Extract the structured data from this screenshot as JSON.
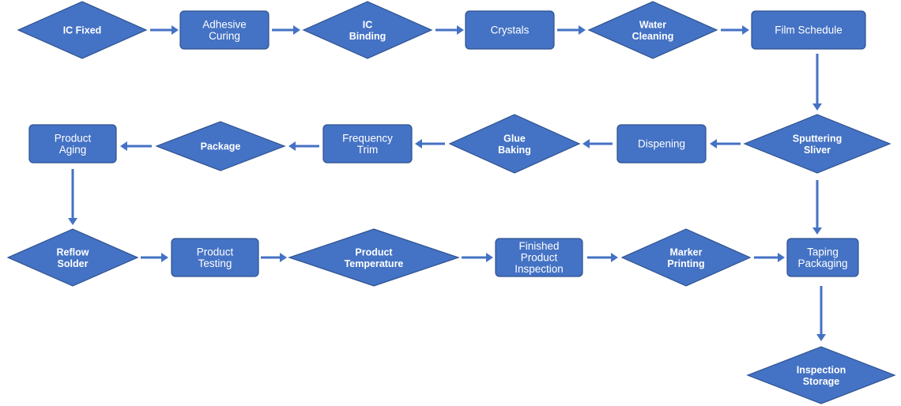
{
  "nodes": [
    {
      "id": "ic-fixed",
      "shape": "diamond",
      "lines": [
        "IC Fixed"
      ]
    },
    {
      "id": "adhesive-curing",
      "shape": "rect",
      "lines": [
        "Adhesive",
        "Curing"
      ]
    },
    {
      "id": "ic-binding",
      "shape": "diamond",
      "lines": [
        "IC",
        "Binding"
      ]
    },
    {
      "id": "crystals",
      "shape": "rect",
      "lines": [
        "Crystals"
      ]
    },
    {
      "id": "water-cleaning",
      "shape": "diamond",
      "lines": [
        "Water",
        "Cleaning"
      ]
    },
    {
      "id": "film-schedule",
      "shape": "rect",
      "lines": [
        "Film Schedule"
      ]
    },
    {
      "id": "sputtering-sliver",
      "shape": "diamond",
      "lines": [
        "Sputtering",
        "Sliver"
      ]
    },
    {
      "id": "dispening",
      "shape": "rect",
      "lines": [
        "Dispening"
      ]
    },
    {
      "id": "glue-baking",
      "shape": "diamond",
      "lines": [
        "Glue",
        "Baking"
      ]
    },
    {
      "id": "frequency-trim",
      "shape": "rect",
      "lines": [
        "Frequency",
        "Trim"
      ]
    },
    {
      "id": "package",
      "shape": "diamond",
      "lines": [
        "Package"
      ]
    },
    {
      "id": "product-aging",
      "shape": "rect",
      "lines": [
        "Product",
        "Aging"
      ]
    },
    {
      "id": "reflow-solder",
      "shape": "diamond",
      "lines": [
        "Reflow",
        "Solder"
      ]
    },
    {
      "id": "product-testing",
      "shape": "rect",
      "lines": [
        "Product",
        "Testing"
      ]
    },
    {
      "id": "product-temperature",
      "shape": "diamond",
      "lines": [
        "Product",
        "Temperature"
      ]
    },
    {
      "id": "finished-product-inspection",
      "shape": "rect",
      "lines": [
        "Finished",
        "Product",
        "Inspection"
      ]
    },
    {
      "id": "marker-printing",
      "shape": "diamond",
      "lines": [
        "Marker",
        "Printing"
      ]
    },
    {
      "id": "taping-packaging",
      "shape": "rect",
      "lines": [
        "Taping",
        "Packaging"
      ]
    },
    {
      "id": "inspection-storage",
      "shape": "diamond",
      "lines": [
        "Inspection",
        "Storage"
      ]
    }
  ],
  "edges": [
    [
      "ic-fixed",
      "adhesive-curing"
    ],
    [
      "adhesive-curing",
      "ic-binding"
    ],
    [
      "ic-binding",
      "crystals"
    ],
    [
      "crystals",
      "water-cleaning"
    ],
    [
      "water-cleaning",
      "film-schedule"
    ],
    [
      "film-schedule",
      "sputtering-sliver"
    ],
    [
      "sputtering-sliver",
      "dispening"
    ],
    [
      "dispening",
      "glue-baking"
    ],
    [
      "glue-baking",
      "frequency-trim"
    ],
    [
      "frequency-trim",
      "package"
    ],
    [
      "package",
      "product-aging"
    ],
    [
      "product-aging",
      "reflow-solder"
    ],
    [
      "reflow-solder",
      "product-testing"
    ],
    [
      "product-testing",
      "product-temperature"
    ],
    [
      "product-temperature",
      "finished-product-inspection"
    ],
    [
      "finished-product-inspection",
      "marker-printing"
    ],
    [
      "marker-printing",
      "taping-packaging"
    ],
    [
      "sputtering-sliver",
      "taping-packaging"
    ],
    [
      "taping-packaging",
      "inspection-storage"
    ]
  ],
  "colors": {
    "fill": "#4472C4",
    "stroke": "#2F528F",
    "text": "#FFFFFF",
    "arrow": "#4472C4"
  }
}
